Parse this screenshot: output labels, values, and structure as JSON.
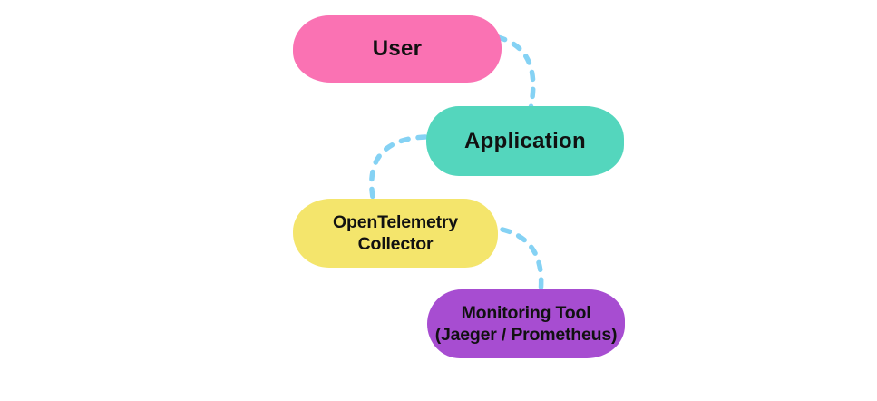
{
  "diagram": {
    "background": "#FFFFFF",
    "text_color": "#111111",
    "connector_color": "#85D2F4",
    "connector_style": "dashed",
    "nodes": [
      {
        "id": "user",
        "label": "User",
        "lines": [
          "User"
        ],
        "color": "#FA72B3"
      },
      {
        "id": "application",
        "label": "Application",
        "lines": [
          "Application"
        ],
        "color": "#54D6BD"
      },
      {
        "id": "opentelemetry-collector",
        "label": "OpenTelemetry Collector",
        "lines": [
          "OpenTelemetry",
          "Collector"
        ],
        "color": "#F4E56C"
      },
      {
        "id": "monitoring-tool",
        "label": "Monitoring Tool (Jaeger / Prometheus)",
        "lines": [
          "Monitoring Tool",
          "(Jaeger / Prometheus)"
        ],
        "color": "#A74DD1"
      }
    ],
    "edges": [
      {
        "from": "user",
        "to": "application"
      },
      {
        "from": "application",
        "to": "opentelemetry-collector"
      },
      {
        "from": "opentelemetry-collector",
        "to": "monitoring-tool"
      }
    ]
  }
}
